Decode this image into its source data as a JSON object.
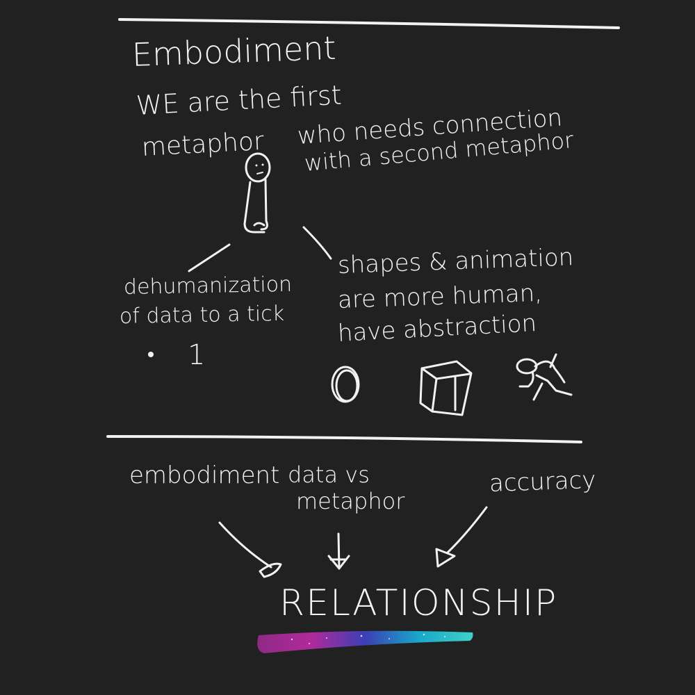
{
  "title": "Embodiment",
  "top_section": {
    "line1": "WE are the first",
    "line2": "metaphor",
    "connection_1": "who needs connection",
    "connection_2": "with a second metaphor",
    "left_1": "dehumanization",
    "left_2": "of data to a tick",
    "tick_symbol": "1",
    "right_1": "shapes & animation",
    "right_2": "are more human,",
    "right_3": "have abstraction"
  },
  "bottom_section": {
    "input_1": "embodiment",
    "input_2a": "data vs",
    "input_2b": "metaphor",
    "input_3": "accuracy",
    "result": "RELATIONSHIP"
  },
  "colors": {
    "background": "#222121",
    "ink": "#f2f2f2",
    "rainbow": [
      "#7a2a8f",
      "#b02a9a",
      "#3b3fb5",
      "#1aa7c9",
      "#3fd0c8"
    ]
  }
}
